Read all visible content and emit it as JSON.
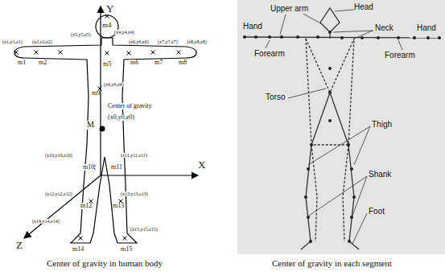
{
  "diagram": {
    "labels": [
      "Y",
      "X",
      "Z",
      "m4",
      "(x4,y4,z4)",
      "(x1,y1,z1)",
      "(x2,y2,z2)",
      "(x5,y5,z5)",
      "(x6,y6,z6)",
      "(x7,y7,z7)",
      "(x8,y8,z8)",
      "m1",
      "m2",
      "m5",
      "m6",
      "m7",
      "m8",
      "(x9,y9,z9)",
      "m9",
      "Center of gravity",
      "M",
      "(x0,y0,z0)",
      "(x10,y10,z10)",
      "(x11,y11,z11)",
      "m10",
      "m11",
      "(x12,y12,z12)",
      "(x13,y13,z13)",
      "m12",
      "m13",
      "(x14,y14,z14)",
      "(x15,y15,z15)",
      "m14",
      "m15",
      "Upper arm",
      "Head",
      "Neck",
      "Hand",
      "Hand",
      "Forearm",
      "Forearm",
      "Torso",
      "Thigh",
      "Shank",
      "Foot",
      "Center of gravity in human body",
      "Center of gravity in each segment"
    ]
  }
}
